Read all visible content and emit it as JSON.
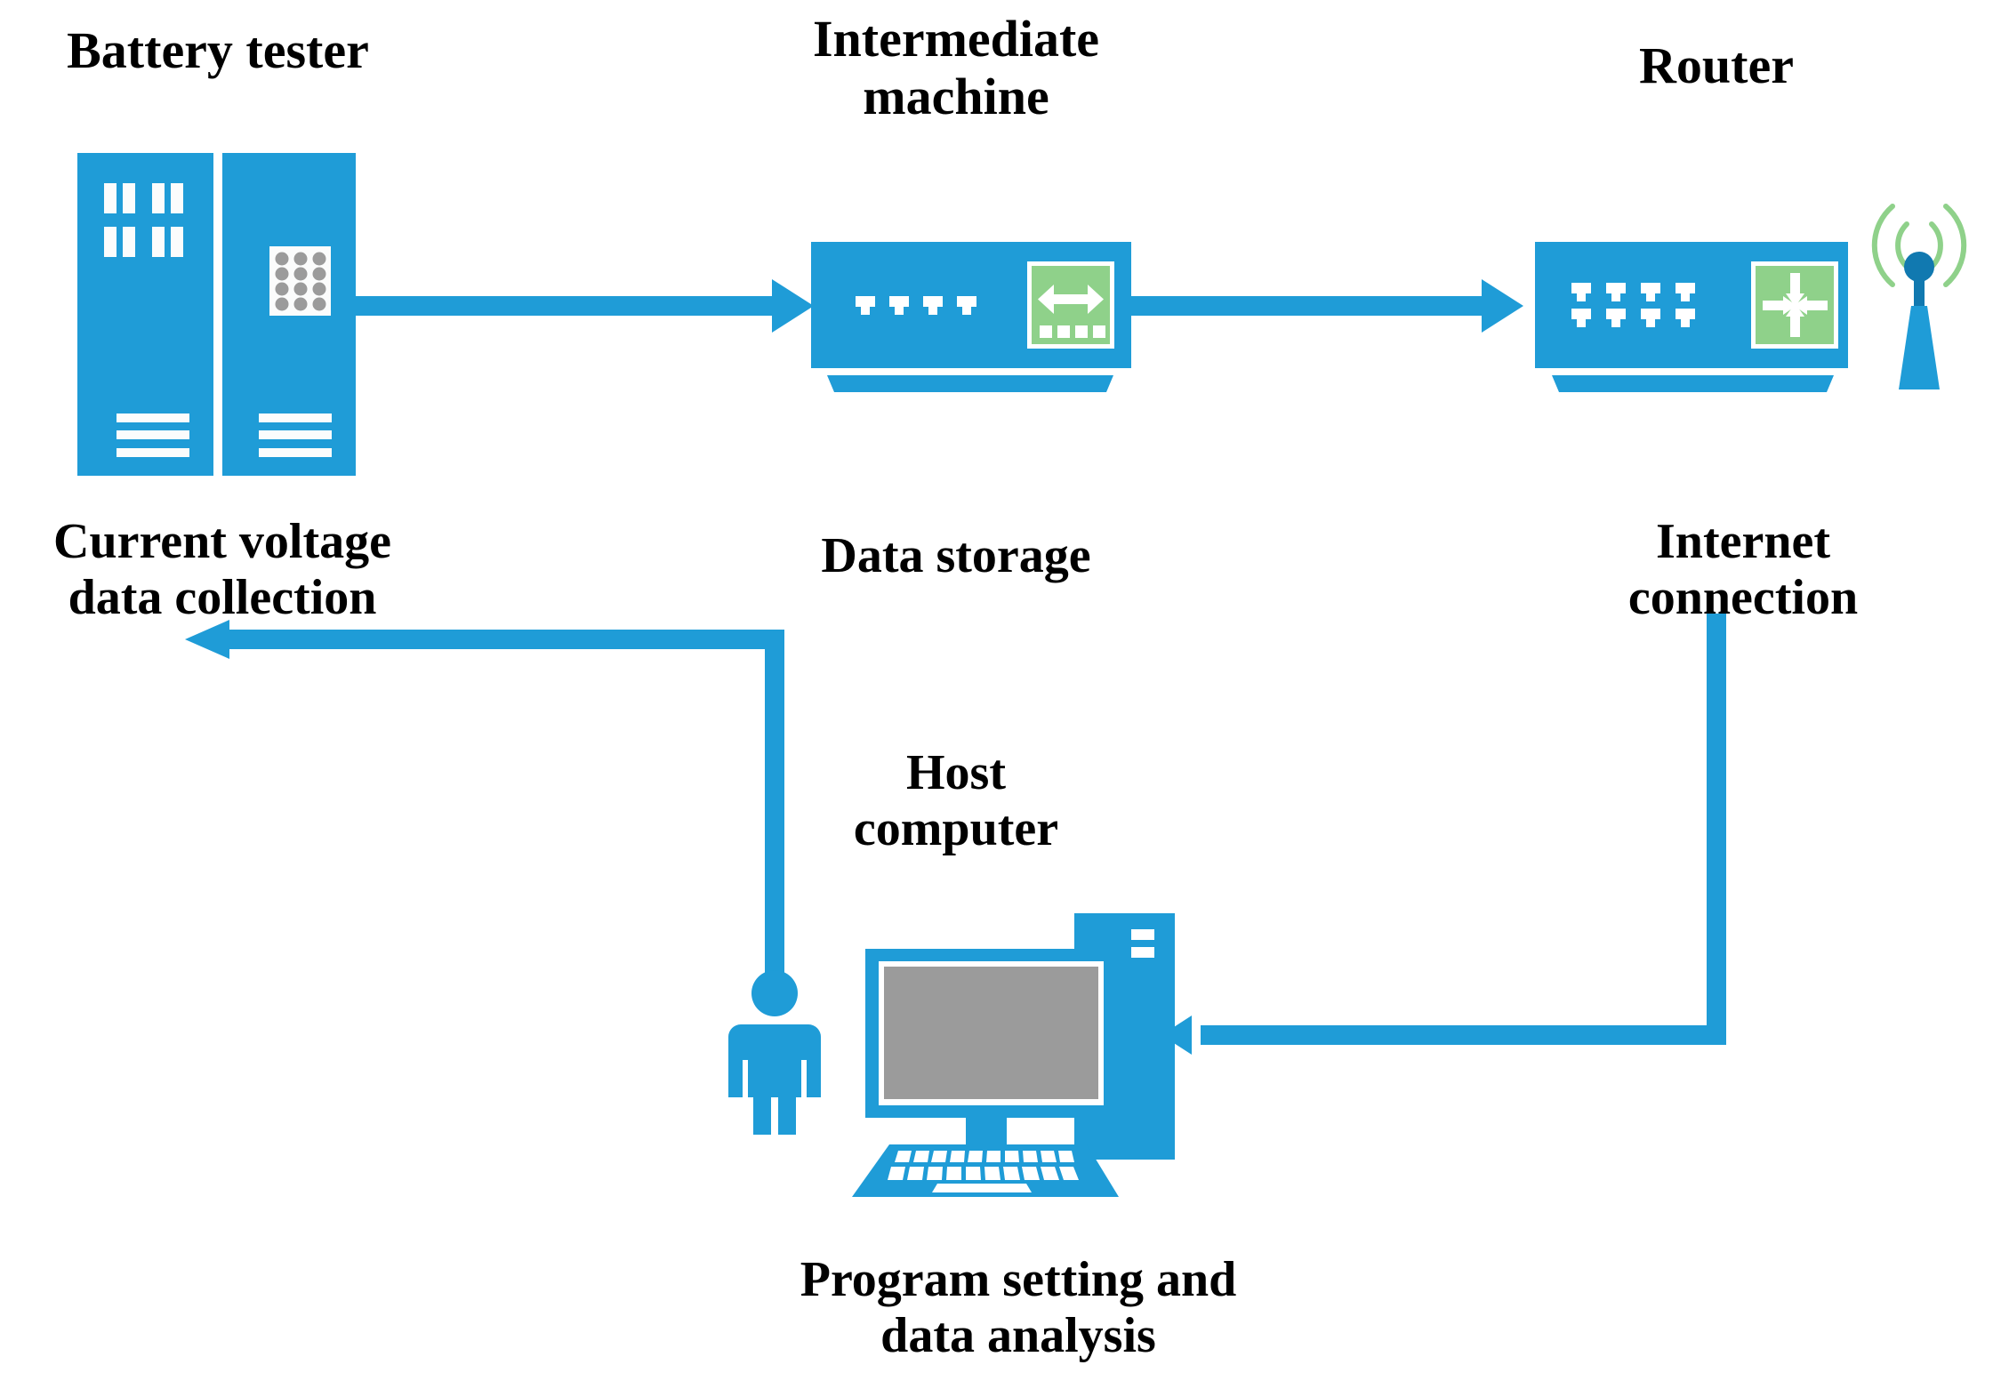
{
  "diagram": {
    "title_absent": true,
    "background": "#ffffff",
    "colors": {
      "blue": "#1f9cd7",
      "blue_dark": "#1179b0",
      "green": "#8fd18a",
      "gray": "#9b9b9b",
      "white": "#ffffff",
      "black": "#000000"
    },
    "labels": {
      "battery_tester": "Battery tester",
      "intermediate_machine": "Intermediate\nmachine",
      "router": "Router",
      "current_voltage": "Current voltage\ndata collection",
      "data_storage": "Data storage",
      "internet_connection": "Internet\nconnection",
      "host_computer": "Host\ncomputer",
      "program_setting": "Program setting and\ndata analysis"
    },
    "nodes": [
      {
        "name": "battery-tester",
        "label": "Battery tester",
        "icon": "battery-tester-icon",
        "detail": {
          "cabinets": 2,
          "left_cabinet_vertical_bars": 8,
          "left_cabinet_bar_rows": 2,
          "right_cabinet_dot_panel": {
            "rows": 4,
            "cols": 3,
            "dot_color": "#9b9b9b"
          },
          "bottom_lines_per_cabinet": 3
        }
      },
      {
        "name": "intermediate-machine",
        "label": "Intermediate machine",
        "icon": "network-switch-icon",
        "detail": {
          "ports": 4,
          "port_rows": 1,
          "badge": {
            "color": "#8fd18a",
            "glyph": "left-right-arrow-icon",
            "leds": 4
          }
        }
      },
      {
        "name": "router",
        "label": "Router",
        "icon": "router-icon",
        "detail": {
          "ports": 8,
          "port_rows": 2,
          "badge": {
            "color": "#8fd18a",
            "glyph": "four-arrows-inward-icon",
            "leds": 0
          },
          "antenna": {
            "icon": "antenna-icon",
            "signal_arcs_per_side": 2,
            "arc_color": "#8fd18a"
          }
        }
      },
      {
        "name": "host-computer",
        "label": "Host computer",
        "icon": "desktop-computer-icon",
        "detail": {
          "screen_color": "#9b9b9b",
          "tower_slots": 2,
          "keyboard_key_rows": 2,
          "operator": "person-icon"
        }
      }
    ],
    "connections": [
      {
        "name": "tester-to-switch",
        "from": "battery-tester",
        "to": "intermediate-machine",
        "direction": "right",
        "style": "straight-arrow"
      },
      {
        "name": "switch-to-router",
        "from": "intermediate-machine",
        "to": "router",
        "direction": "right",
        "style": "straight-arrow"
      },
      {
        "name": "router-to-host",
        "from": "router",
        "to": "host-computer",
        "direction": "down-then-left",
        "style": "elbow-arrow",
        "label": "Internet connection"
      },
      {
        "name": "host-to-tester",
        "from": "host-computer",
        "to": "battery-tester",
        "direction": "up-then-left",
        "style": "elbow-arrow",
        "label": "Current voltage data collection"
      }
    ]
  }
}
